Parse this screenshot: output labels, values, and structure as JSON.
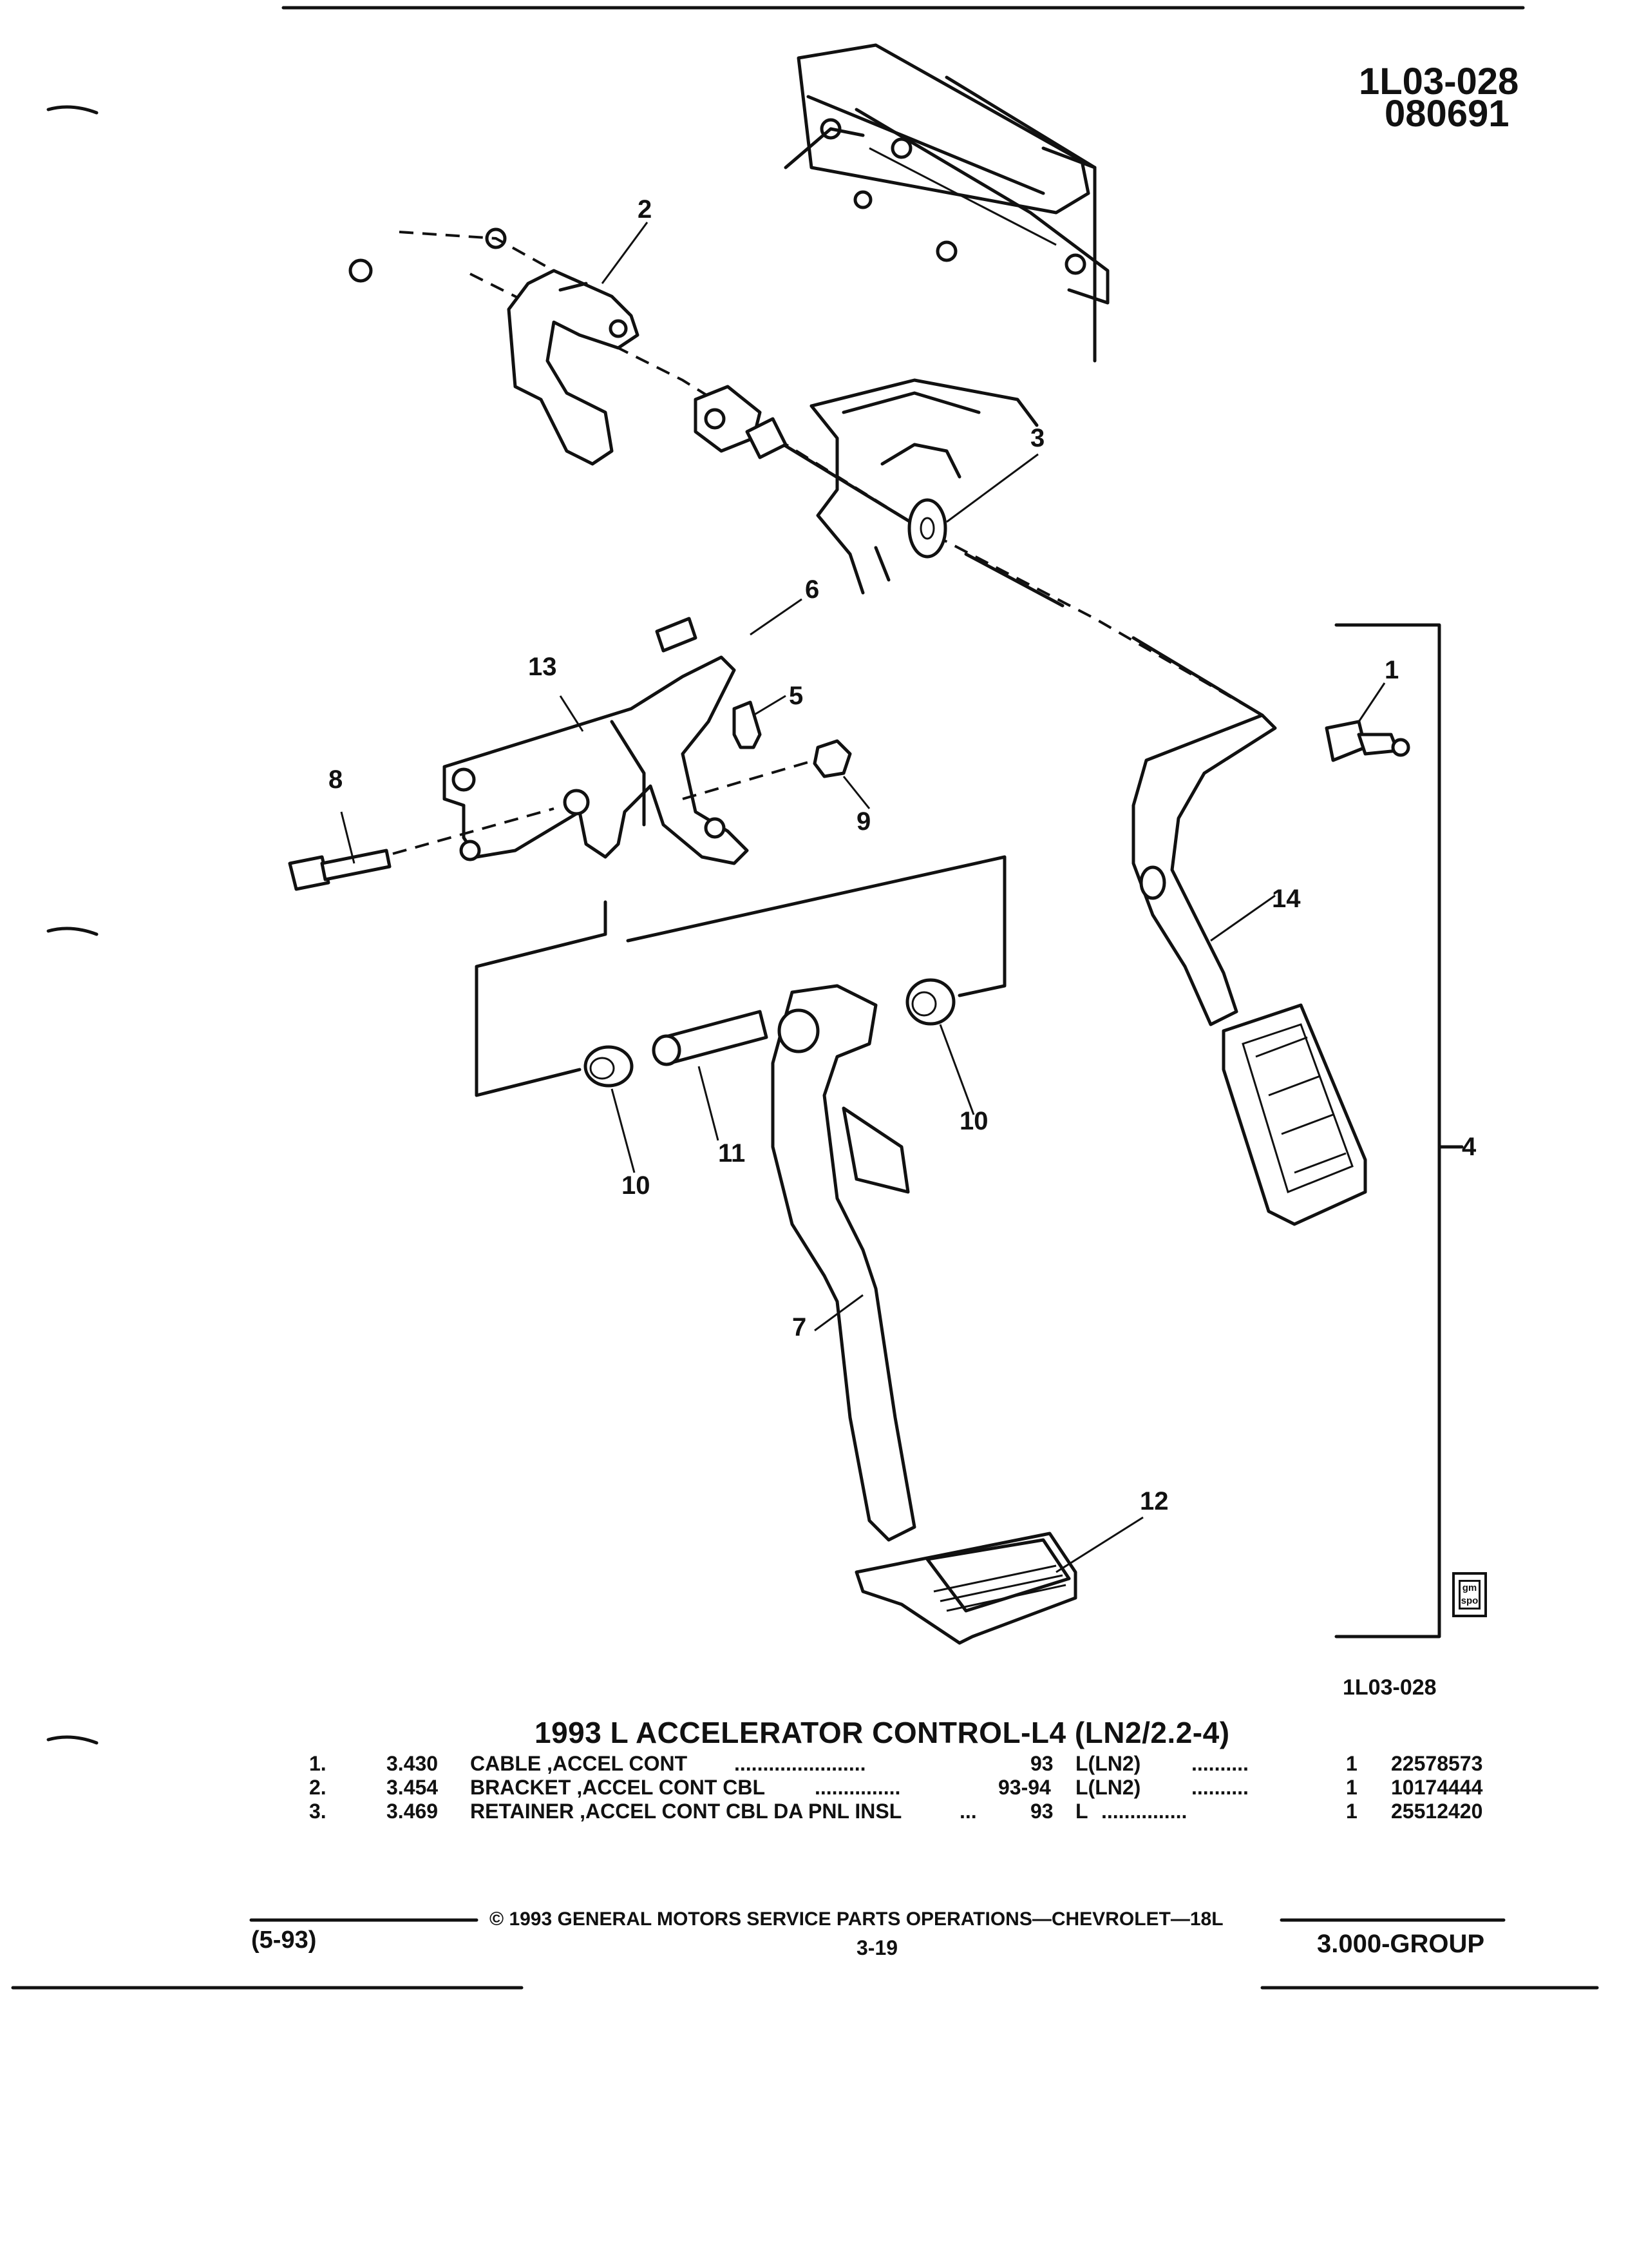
{
  "header": {
    "ref_code": "1L03-028",
    "date_code": "080691"
  },
  "diagram": {
    "bottom_ref": "1L03-028",
    "logo": "gm spo",
    "callouts": {
      "c1": "1",
      "c2": "2",
      "c3": "3",
      "c4": "4",
      "c5": "5",
      "c6": "6",
      "c7": "7",
      "c8": "8",
      "c9": "9",
      "c10a": "10",
      "c10b": "10",
      "c11": "11",
      "c12": "12",
      "c13": "13",
      "c14": "14"
    }
  },
  "parts_table": {
    "title": "1993 L ACCELERATOR CONTROL-L4 (LN2/2.2-4)",
    "rows": [
      {
        "index": "1.",
        "code": "3.430",
        "name": "CABLE ,ACCEL CONT",
        "leader": ".......................",
        "year": "93",
        "usage": "L(LN2)",
        "usage_leader": "..........",
        "qty": "1",
        "part_no": "22578573"
      },
      {
        "index": "2.",
        "code": "3.454",
        "name": "BRACKET ,ACCEL CONT CBL",
        "leader": "...............",
        "year": "93-94",
        "usage": "L(LN2)",
        "usage_leader": "..........",
        "qty": "1",
        "part_no": "10174444"
      },
      {
        "index": "3.",
        "code": "3.469",
        "name": "RETAINER ,ACCEL CONT CBL DA PNL INSL",
        "leader": "...",
        "year": "93",
        "usage": "L",
        "usage_leader": "...............",
        "qty": "1",
        "part_no": "25512420"
      }
    ]
  },
  "footer": {
    "copyright": "© 1993 GENERAL MOTORS SERVICE PARTS OPERATIONS—CHEVROLET—18L",
    "page": "3-19",
    "date": "(5-93)",
    "group": "3.000-GROUP"
  }
}
